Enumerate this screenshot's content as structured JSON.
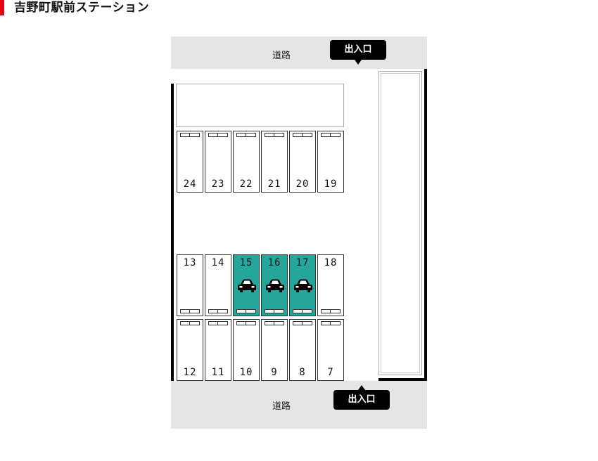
{
  "page_title": "吉野町駅前ステーション",
  "roads": {
    "top_label": "道路",
    "bottom_label": "道路"
  },
  "entrances": {
    "top_label": "出入口",
    "bottom_label": "出入口"
  },
  "slots": {
    "row1": [
      {
        "number": "24",
        "occupied": false
      },
      {
        "number": "23",
        "occupied": false
      },
      {
        "number": "22",
        "occupied": false
      },
      {
        "number": "21",
        "occupied": false
      },
      {
        "number": "20",
        "occupied": false
      },
      {
        "number": "19",
        "occupied": false
      }
    ],
    "row2": [
      {
        "number": "13",
        "occupied": false
      },
      {
        "number": "14",
        "occupied": false
      },
      {
        "number": "15",
        "occupied": true
      },
      {
        "number": "16",
        "occupied": true
      },
      {
        "number": "17",
        "occupied": true
      },
      {
        "number": "18",
        "occupied": false
      }
    ],
    "row3": [
      {
        "number": "12",
        "occupied": false
      },
      {
        "number": "11",
        "occupied": false
      },
      {
        "number": "10",
        "occupied": false
      },
      {
        "number": "9",
        "occupied": false
      },
      {
        "number": "8",
        "occupied": false
      },
      {
        "number": "7",
        "occupied": false
      }
    ]
  },
  "colors": {
    "accent": "#e60012",
    "occupied": "#26a69a",
    "road": "#e5e5e5"
  },
  "icons": {
    "occupied_slot": "car-icon"
  }
}
